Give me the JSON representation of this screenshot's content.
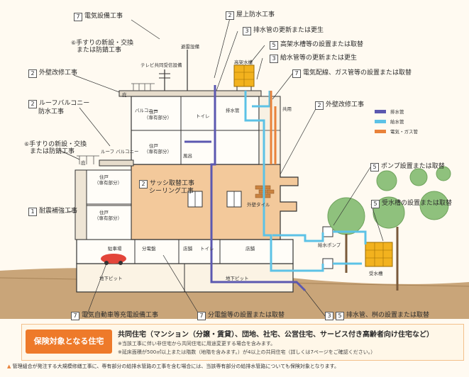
{
  "labels": {
    "electric": {
      "num": "7",
      "text": "電気設備工事"
    },
    "rooftop_waterproof": {
      "num": "2",
      "text": "屋上防水工事"
    },
    "drain_pipe_update": {
      "num": "3",
      "text": "排水管の更新または更生"
    },
    "elevated_tank": {
      "num": "5",
      "text": "高架水槽等の設置または取替"
    },
    "supply_pipe_update": {
      "num": "3",
      "text": "給水管等の更新または更生"
    },
    "wiring_gas": {
      "num": "7",
      "text": "電気配線、ガス管等の設置または取替"
    },
    "exterior_wall_upper": {
      "num": "2",
      "text": "外壁改修工事"
    },
    "roof_balcony_line1": {
      "num": "2",
      "text": "ルーフバルコニー"
    },
    "roof_balcony_line2": "防水工事",
    "handrail_top_line1": {
      "pre": "⑥",
      "text": "手すりの新設・交換"
    },
    "handrail_top_line2": "または防錆工事",
    "handrail_mid_line1": {
      "pre": "⑥",
      "text": "手すりの新設・交換"
    },
    "handrail_mid_line2": "または防錆工事",
    "exterior_wall_right": {
      "num": "2",
      "text": "外壁改修工事"
    },
    "sash_line1": {
      "num": "2",
      "text": "サッシ取替工事"
    },
    "sash_line2": "シーリング工事",
    "seismic": {
      "num": "1",
      "text": "耐震補強工事"
    },
    "pump": {
      "num": "5",
      "text": "ポンプ設置または取替"
    },
    "receiving_tank": {
      "num": "5",
      "text": "受水槽の設置または取替"
    },
    "ev_charger": {
      "num": "7",
      "text": "電気自動車等充電設備工事"
    },
    "distribution_board": {
      "num": "7",
      "text": "分電盤等の設置または取替"
    },
    "drain_replace": {
      "num": "3",
      "text": "5",
      "text2": "排水管、桝の設置または取替"
    }
  },
  "small_labels": {
    "lightning_rod": "避雷設備",
    "tv_antenna": "テレビ共同受信設備",
    "elevated_tank": "高架水槽",
    "balcony": "バルコニー",
    "roof_balcony": "ルーフ\nバルコニー",
    "private_unit": "住戸",
    "private_part": "（専有部分）",
    "toilet": "トイレ",
    "bath": "風呂",
    "drain_meter": "排水管",
    "shared_shaft": "共用",
    "exterior_tile": "外壁タイル",
    "parking": "駐車場",
    "distribution": "分電盤",
    "store": "店舗",
    "store_toilet": "トイレ",
    "pit_left": "地下ピット",
    "pit_right": "地下ピット",
    "water_pump": "給水ポンプ",
    "receiving_tank": "受水槽",
    "basement_ceiling": "庇",
    "eave": "庇"
  },
  "legend": [
    {
      "label": "排水管",
      "color": "#5b58b0"
    },
    {
      "label": "給水管",
      "color": "#5cc2e6"
    },
    {
      "label": "電気・ガス管",
      "color": "#e9823a"
    }
  ],
  "footer": {
    "badge": "保険対象となる住宅",
    "title": "共同住宅（マンション（分譲・賃貸）、団地、社宅、公営住宅、サービス付き高齢者向け住宅など）",
    "note1": "※当該工事に伴い非住宅から共同住宅に用途変更する場合を含みます。",
    "note2": "※延床面積が500㎡以上または階数（地階を含みます。）が4以上の共同住宅（詳しくは7ページをご確認ください。）"
  },
  "bottom_note": "管理組合が発注する大規模修繕工事に、専有部分の給排水管路の工事を含む場合には、当該専有部分の給排水管路についても保険対象となります。"
}
